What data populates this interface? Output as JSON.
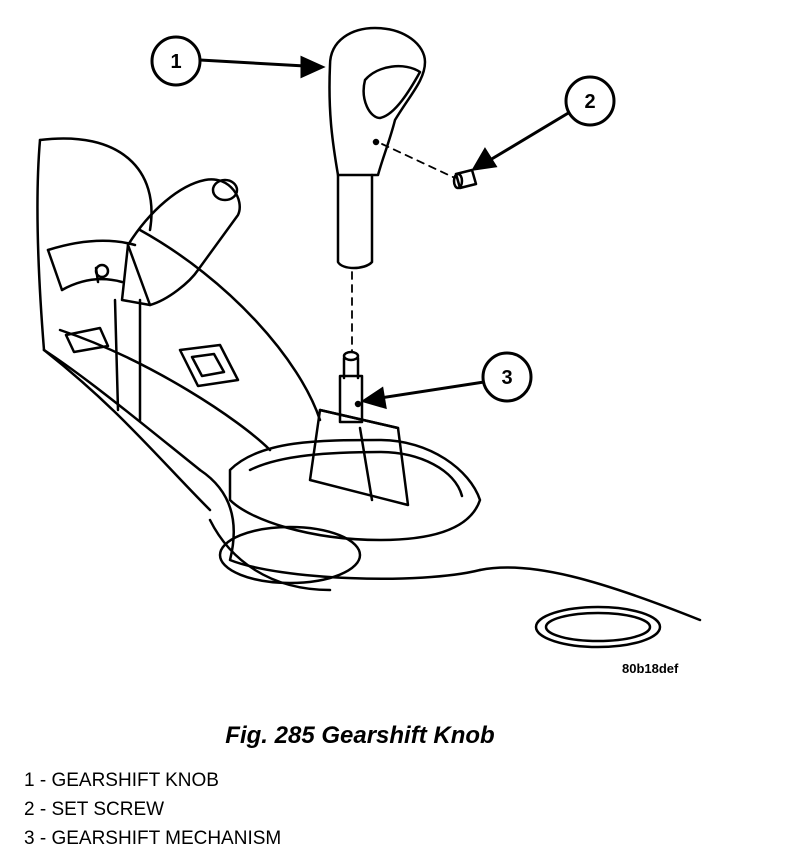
{
  "callouts": [
    {
      "number": "1",
      "part": "GEARSHIFT KNOB"
    },
    {
      "number": "2",
      "part": "SET SCREW"
    },
    {
      "number": "3",
      "part": "GEARSHIFT MECHANISM"
    }
  ],
  "reference_code": "80b18def",
  "figure_title": "Fig. 285 Gearshift Knob",
  "legend": [
    "1 - GEARSHIFT KNOB",
    "2 - SET SCREW",
    "3 - GEARSHIFT MECHANISM"
  ]
}
